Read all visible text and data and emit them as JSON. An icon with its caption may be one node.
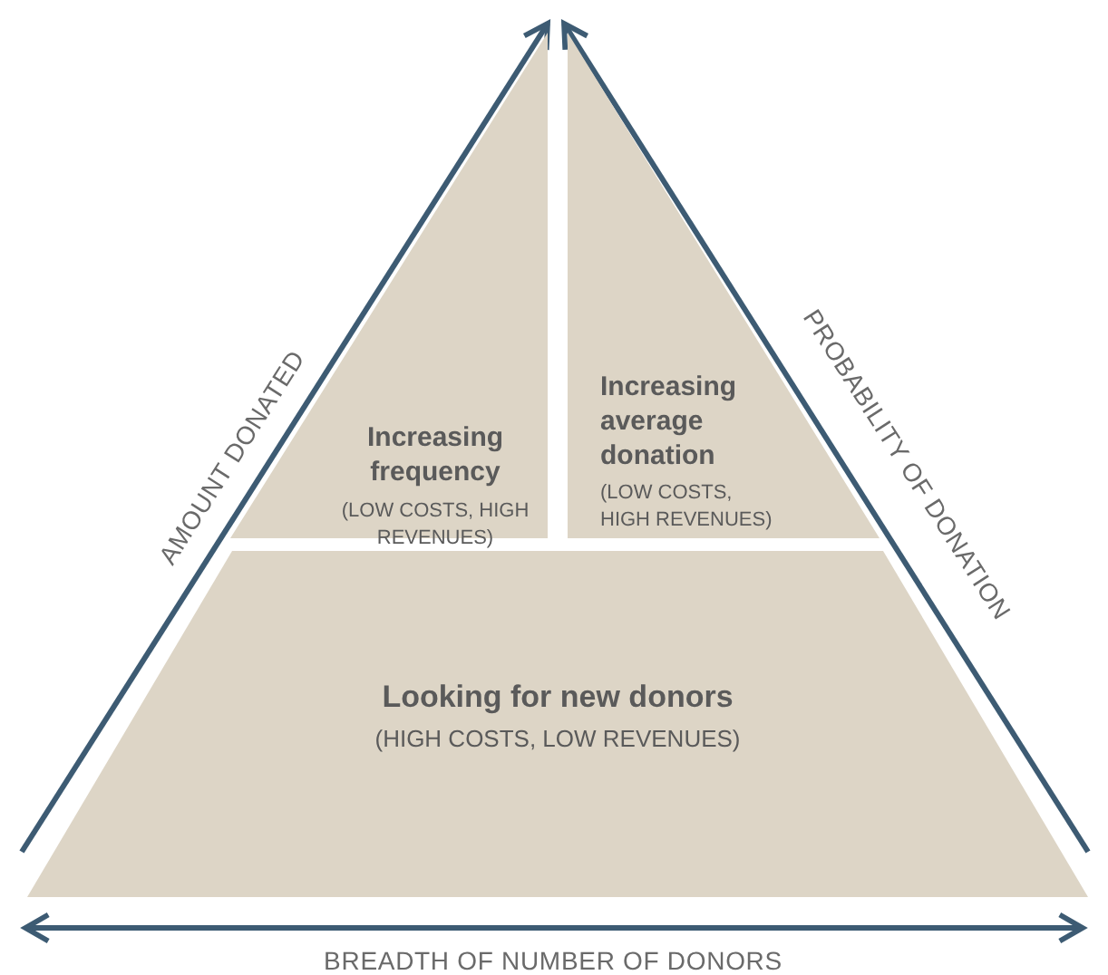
{
  "diagram": {
    "nodes": [
      {
        "text": [
          "Increasing frequency",
          "(LOW COSTS, HIGH REVENUES)"
        ]
      },
      {
        "text": [
          "Increasing average donation",
          "(LOW COSTS, HIGH REVENUES)"
        ]
      },
      {
        "text": [
          "Looking for new donors",
          "(HIGH COSTS, LOW REVENUES)"
        ]
      }
    ],
    "edges": [],
    "labels": [
      "AMOUNT DONATED",
      "PROBABILITY OF DONATION",
      "BREADTH OF NUMBER OF DONORS"
    ]
  }
}
